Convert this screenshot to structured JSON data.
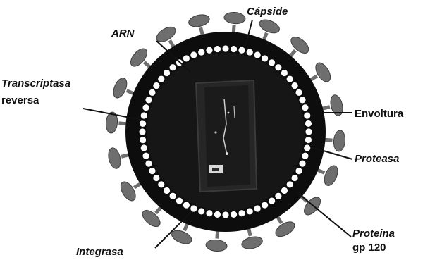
{
  "labels": {
    "arn": "ARN",
    "capside": "Cápside",
    "transcriptasa_line1": "Transcriptasa",
    "transcriptasa_line2": "reversa",
    "envoltura": "Envoltura",
    "proteasa": "Proteasa",
    "proteina_line1": "Proteina",
    "proteina_line2": "gp 120",
    "integrasa": "Integrasa"
  },
  "colors": {
    "envelope": "#0d0d0d",
    "inner": "#151515",
    "spike": "#6e6e6e",
    "dots": "#ffffff",
    "leader": "#111111"
  }
}
